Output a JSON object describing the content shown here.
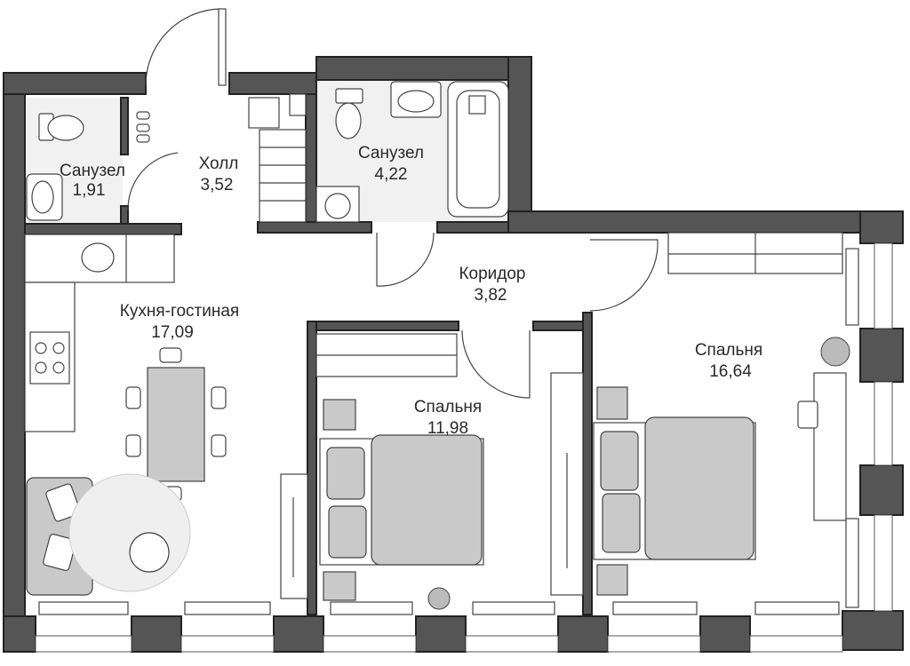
{
  "rooms": [
    {
      "id": "bathroom-small",
      "name": "Санузел",
      "area": "1,91"
    },
    {
      "id": "hall",
      "name": "Холл",
      "area": "3,52"
    },
    {
      "id": "bathroom-large",
      "name": "Санузел",
      "area": "4,22"
    },
    {
      "id": "corridor",
      "name": "Коридор",
      "area": "3,82"
    },
    {
      "id": "kitchen-living",
      "name": "Кухня-гостиная",
      "area": "17,09"
    },
    {
      "id": "bedroom-middle",
      "name": "Спальня",
      "area": "11,98"
    },
    {
      "id": "bedroom-right",
      "name": "Спальня",
      "area": "16,64"
    }
  ],
  "colors": {
    "wall": "#555555",
    "furniture_fill": "#c9c9c9",
    "tile": "#f1f1f1",
    "text": "#2a2a2a"
  }
}
